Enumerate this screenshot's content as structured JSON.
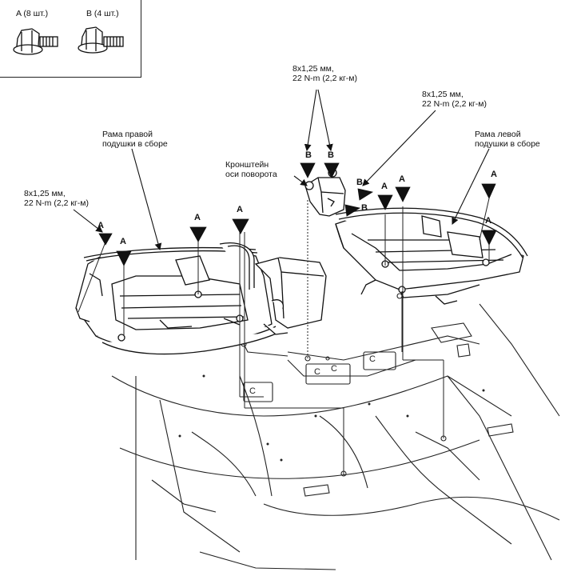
{
  "legend": {
    "bolt_a": "A (8 шт.)",
    "bolt_b": "B (4 шт.)"
  },
  "labels": {
    "torque_top": [
      "8x1,25 мм,",
      "22 N-m (2,2 кг-м)"
    ],
    "torque_right": [
      "8x1,25 мм,",
      "22 N-m (2,2 кг-м)"
    ],
    "torque_left": [
      "8x1,25 мм,",
      "22 N-m (2,2 кг-м)"
    ],
    "right_frame": [
      "Рама правой",
      "подушки в сборе"
    ],
    "left_frame": [
      "Рама левой",
      "подушки в сборе"
    ],
    "pivot_bracket": [
      "Кронштейн",
      "оси поворота"
    ]
  },
  "markers": {
    "a": "A",
    "b": "B",
    "c": "C"
  },
  "colors": {
    "ink": "#111111",
    "paper": "#ffffff"
  }
}
